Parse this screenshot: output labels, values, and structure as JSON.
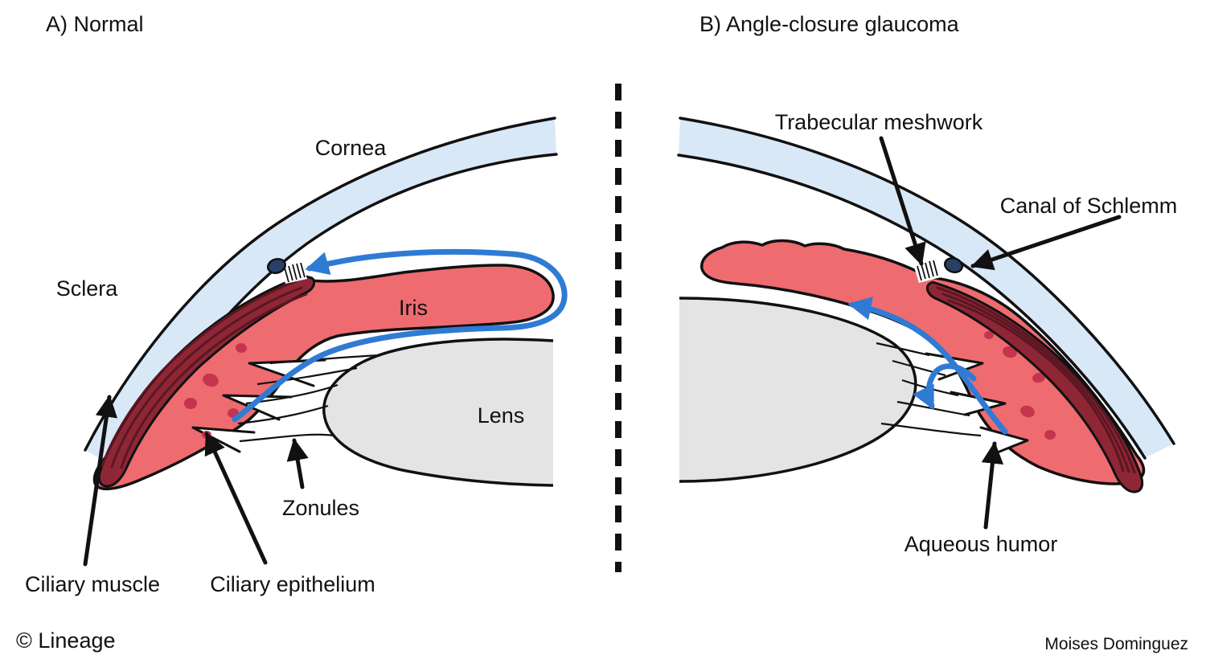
{
  "panels": {
    "normal": {
      "title": "A) Normal",
      "labels": {
        "cornea": "Cornea",
        "sclera": "Sclera",
        "iris": "Iris",
        "lens": "Lens",
        "zonules": "Zonules",
        "ciliary_muscle": "Ciliary muscle",
        "ciliary_epithelium": "Ciliary epithelium"
      }
    },
    "glaucoma": {
      "title": "B) Angle-closure glaucoma",
      "labels": {
        "trabecular_meshwork": "Trabecular meshwork",
        "canal_of_schlemm": "Canal of Schlemm",
        "aqueous_humor": "Aqueous humor"
      }
    }
  },
  "footer": {
    "copyright": "© Lineage",
    "author": "Moises Dominguez"
  },
  "colors": {
    "background": "#ffffff",
    "text": "#111111",
    "outline": "#111111",
    "cornea_sclera": "#d9e8f7",
    "ciliary_body_pink": "#ee6b70",
    "ciliary_muscle_maroon": "#8e2636",
    "muscle_stripe": "#5a1722",
    "vessel_blob_red": "#c5344e",
    "lens_gray": "#e4e4e4",
    "aqueous_flow_blue": "#2f7bd4",
    "canal_navy": "#2a3f66"
  }
}
